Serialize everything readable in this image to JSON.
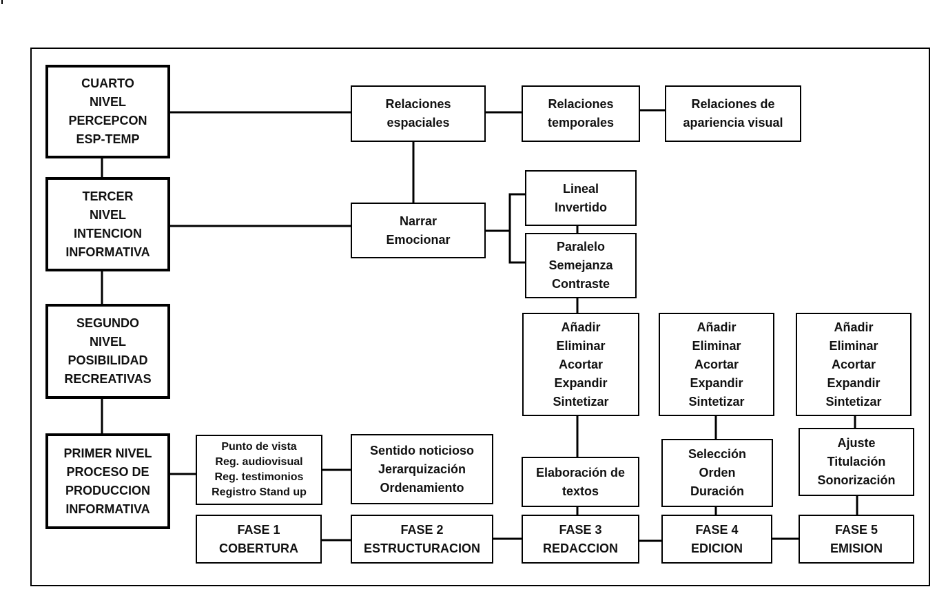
{
  "levels": {
    "cuarto": "CUARTO\nNIVEL\nPERCEPCON\nESP-TEMP",
    "tercer": "TERCER\nNIVEL\nINTENCION\nINFORMATIVA",
    "segundo": "SEGUNDO\nNIVEL\nPOSIBILIDAD\nRECREATIVAS",
    "primer": "PRIMER NIVEL\nPROCESO DE\nPRODUCCION\nINFORMATIVA"
  },
  "relaciones": {
    "espaciales": "Relaciones\nespaciales",
    "temporales": "Relaciones\ntemporales",
    "apariencia": "Relaciones de\napariencia visual"
  },
  "narrar": "Narrar\nEmocionar",
  "lineal": "Lineal\nInvertido",
  "paralelo": "Paralelo\nSemejanza\nContraste",
  "acciones": {
    "f3": "Añadir\nEliminar\nAcortar\nExpandir\nSintetizar",
    "f4": "Añadir\nEliminar\nAcortar\nExpandir\nSintetizar",
    "f5": "Añadir\nEliminar\nAcortar\nExpandir\nSintetizar"
  },
  "detalle": {
    "f1": "Punto de vista\nReg. audiovisual\nReg. testimonios\nRegistro Stand up",
    "f2": "Sentido noticioso\nJerarquización\nOrdenamiento",
    "f3": "Elaboración de\ntextos",
    "f4": "Selección\nOrden\nDuración",
    "f5": "Ajuste\nTitulación\nSonorización"
  },
  "fases": {
    "f1": "FASE 1\nCOBERTURA",
    "f2": "FASE 2\nESTRUCTURACION",
    "f3": "FASE 3\nREDACCION",
    "f4": "FASE 4\nEDICION",
    "f5": "FASE 5\nEMISION"
  }
}
